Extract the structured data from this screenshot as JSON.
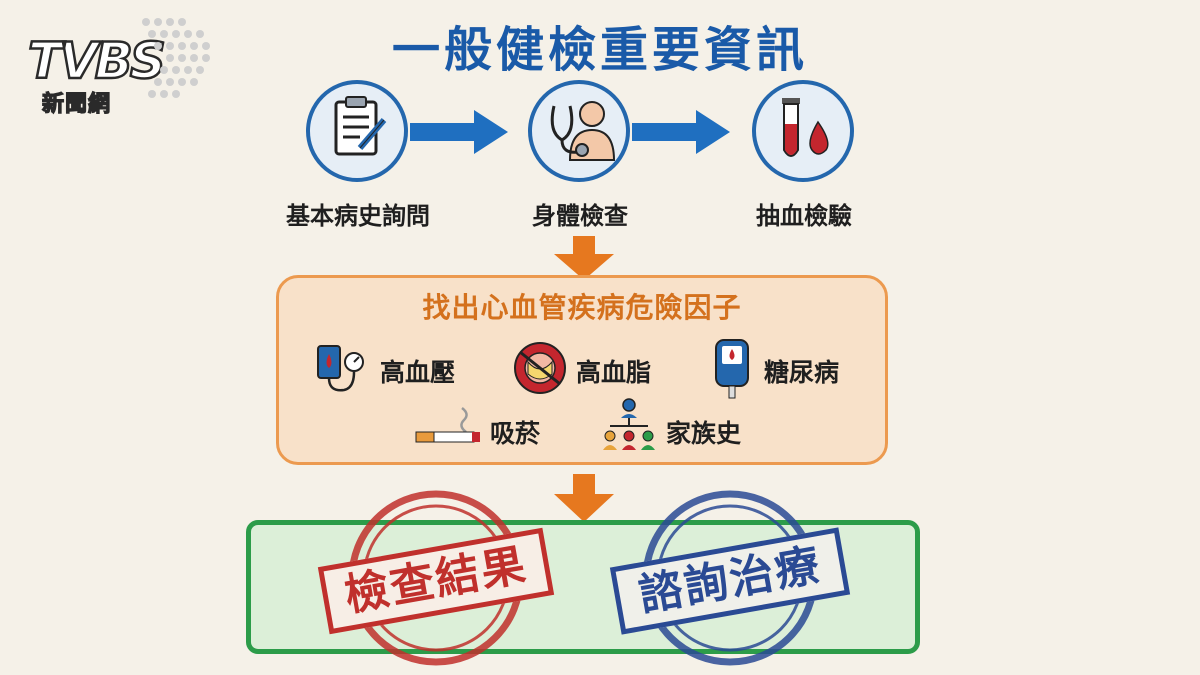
{
  "logo": {
    "brand": "TVBS",
    "subtitle": "新聞網"
  },
  "title": "一般健檢重要資訊",
  "steps": [
    {
      "label": "基本病史詢問",
      "icon": "clipboard-icon"
    },
    {
      "label": "身體檢查",
      "icon": "stethoscope-icon"
    },
    {
      "label": "抽血檢驗",
      "icon": "blood-test-icon"
    }
  ],
  "risk_section": {
    "title": "找出心血管疾病危險因子",
    "factors": [
      {
        "label": "高血壓",
        "icon": "blood-pressure-icon"
      },
      {
        "label": "高血脂",
        "icon": "artery-icon"
      },
      {
        "label": "糖尿病",
        "icon": "glucose-meter-icon"
      },
      {
        "label": "吸菸",
        "icon": "cigarette-icon"
      },
      {
        "label": "家族史",
        "icon": "family-tree-icon"
      }
    ]
  },
  "result_section": {
    "stamps": [
      {
        "label": "檢查結果",
        "color": "#c0302c"
      },
      {
        "label": "諮詢治療",
        "color": "#2a4a94"
      }
    ]
  },
  "colors": {
    "title": "#1a5aa8",
    "arrow_blue": "#1f6fc0",
    "arrow_orange": "#e6781f",
    "risk_border": "#ec9a4f",
    "result_border": "#2c9c49"
  }
}
